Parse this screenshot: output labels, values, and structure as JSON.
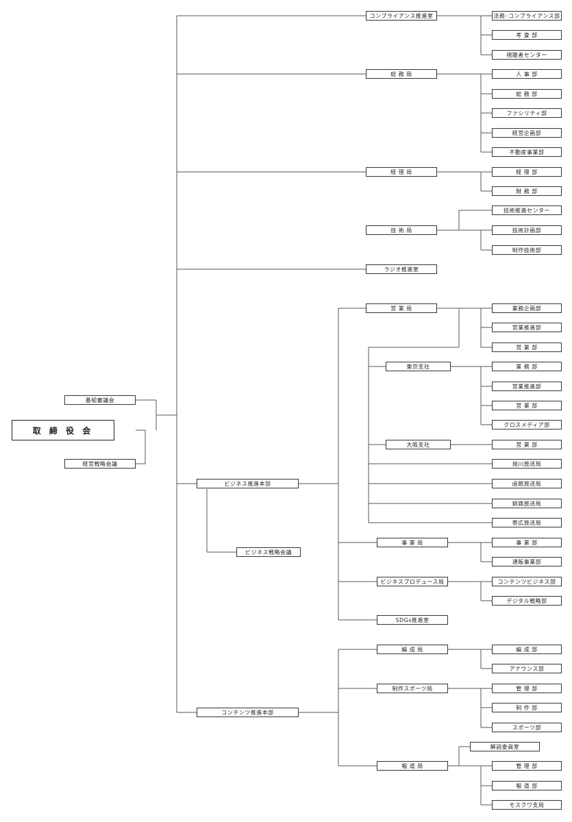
{
  "board": "取 締 役 会",
  "council": "番組審議会",
  "strategy_meeting": "経営戦略会議",
  "compliance": {
    "name": "コンプライアンス推進室",
    "depts": [
      "法務･コンプライアンス部",
      "考 査 部",
      "視聴者センター"
    ]
  },
  "general_affairs": {
    "name": "総 務 局",
    "depts": [
      "人 事 部",
      "総 務 部",
      "ファシリティ部",
      "経営企画部",
      "不動産事業部"
    ]
  },
  "accounting": {
    "name": "経 理 局",
    "depts": [
      "経 理 部",
      "財 務 部"
    ]
  },
  "technology": {
    "name": "技 術 局",
    "depts": [
      "技術推進センター",
      "技術計画部",
      "制作技術部"
    ]
  },
  "radio": "ラジオ推進室",
  "business_hq": {
    "name": "ビジネス推進本部",
    "council": "ビジネス戦略会議",
    "sales": {
      "name": "営 業 局",
      "depts": [
        "業務企画部",
        "営業推進部",
        "営 業 部"
      ]
    },
    "tokyo": {
      "name": "東京支社",
      "depts": [
        "業 務 部",
        "営業推進部",
        "営 業 部",
        "クロスメディア部"
      ]
    },
    "osaka": {
      "name": "大阪支社",
      "depts": [
        "営 業 部"
      ]
    },
    "stations": [
      "旭川放送局",
      "函館放送局",
      "釧路放送局",
      "帯広放送局"
    ],
    "events": {
      "name": "事 業 局",
      "depts": [
        "事 業 部",
        "通販事業部"
      ]
    },
    "produce": {
      "name": "ビジネスプロデュース局",
      "depts": [
        "コンテンツビジネス部",
        "デジタル戦略部"
      ]
    },
    "sdgs": "SDGs推進室"
  },
  "content_hq": {
    "name": "コンテンツ推進本部",
    "programming": {
      "name": "編 成 局",
      "depts": [
        "編 成 部",
        "アナウンス部"
      ]
    },
    "production": {
      "name": "制作スポーツ局",
      "depts": [
        "管 理 部",
        "制 作 部",
        "スポーツ部"
      ]
    },
    "news": {
      "name": "報 道 局",
      "commentators": "解説委員室",
      "depts": [
        "管 理 部",
        "報 道 部",
        "モスクワ支局"
      ]
    }
  }
}
